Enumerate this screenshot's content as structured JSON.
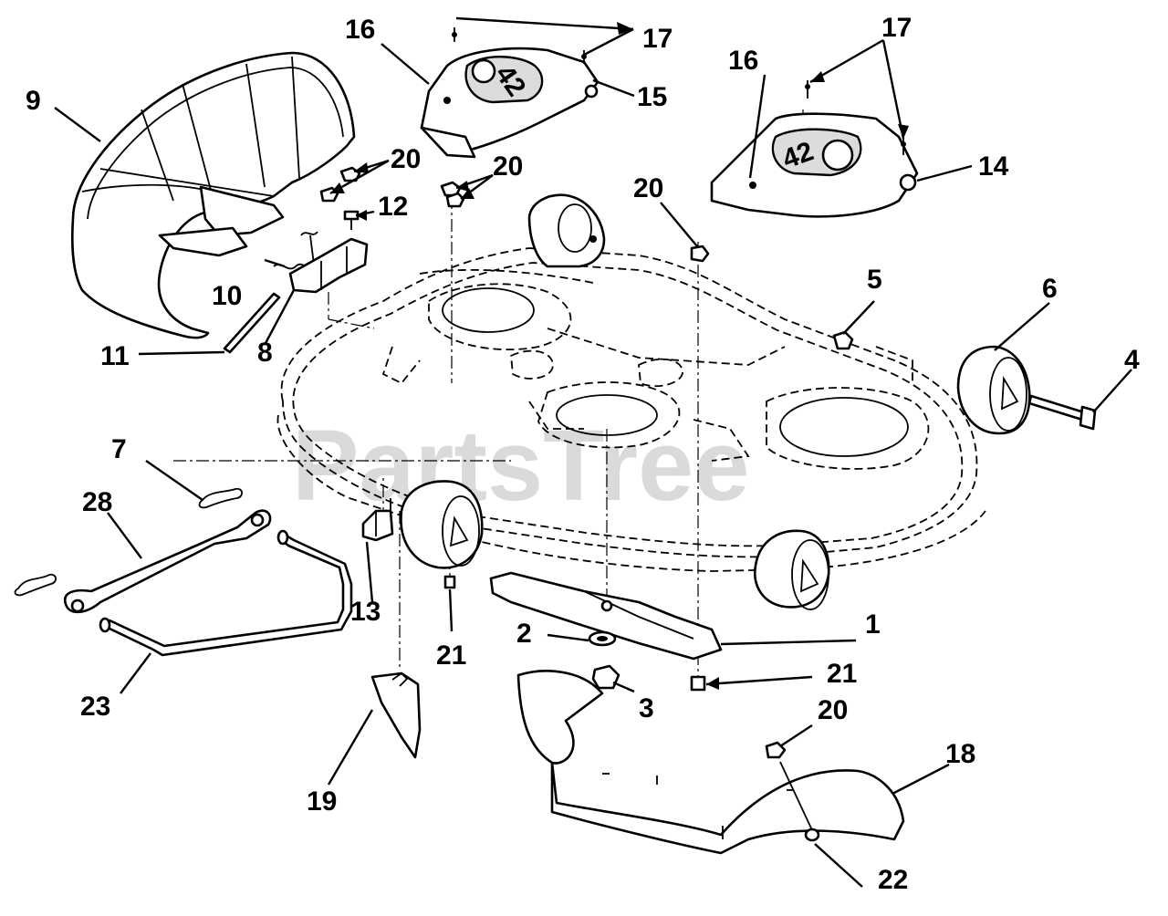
{
  "watermark": "PartsTree",
  "badge_text": "42",
  "callouts": {
    "c1": "1",
    "c2": "2",
    "c3": "3",
    "c4": "4",
    "c5": "5",
    "c6": "6",
    "c7": "7",
    "c8": "8",
    "c9": "9",
    "c10": "10",
    "c11": "11",
    "c12": "12",
    "c13": "13",
    "c14": "14",
    "c15": "15",
    "c16a": "16",
    "c16b": "16",
    "c17a": "17",
    "c17b": "17",
    "c18": "18",
    "c19": "19",
    "c20a": "20",
    "c20b": "20",
    "c20c": "20",
    "c20d": "20",
    "c21a": "21",
    "c21b": "21",
    "c22": "22",
    "c23": "23",
    "c28": "28"
  }
}
